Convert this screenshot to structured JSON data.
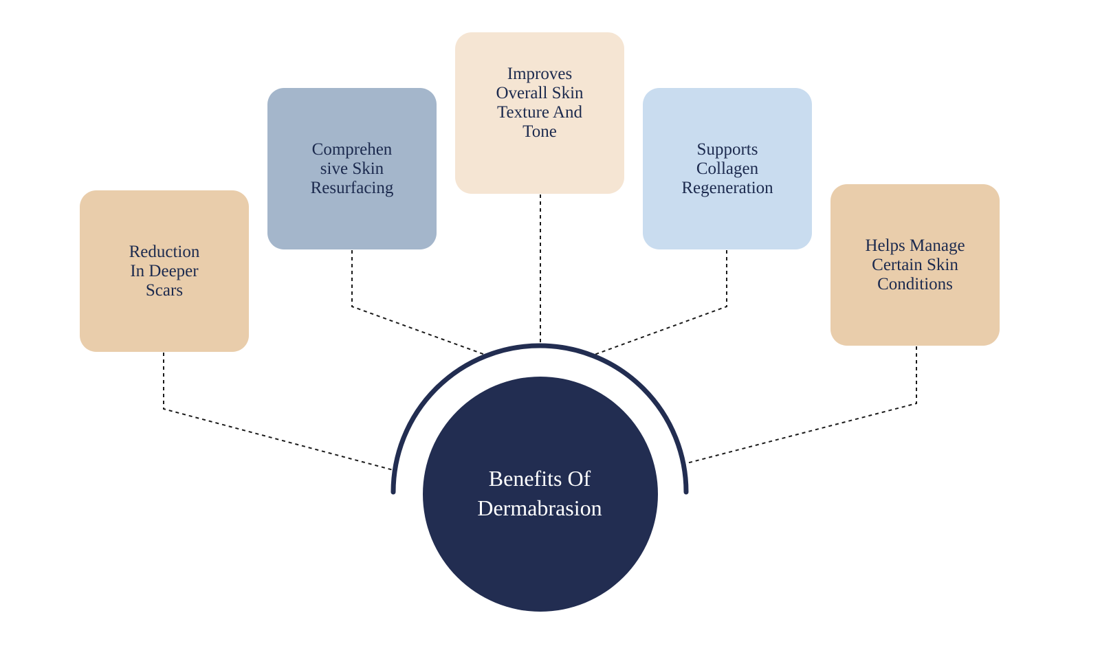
{
  "title": "Benefits Of\nDermabrasion",
  "colors": {
    "navy": "#222d51",
    "tan": "#e9cdab",
    "slate_blue": "#a4b6cb",
    "cream": "#f5e5d3",
    "light_blue": "#c9dcef",
    "text": "#1c2a4e",
    "connector": "#1a1a1a"
  },
  "benefits": [
    {
      "label": "Reduction\nIn Deeper\nScars",
      "color": "#e9cdab"
    },
    {
      "label": "Comprehen\nsive Skin\nResurfacing",
      "color": "#a4b6cb"
    },
    {
      "label": "Improves\nOverall Skin\nTexture And\nTone",
      "color": "#f5e5d3"
    },
    {
      "label": "Supports\nCollagen\nRegeneration",
      "color": "#c9dcef"
    },
    {
      "label": "Helps Manage\nCertain Skin\nConditions",
      "color": "#e9cdab"
    }
  ]
}
